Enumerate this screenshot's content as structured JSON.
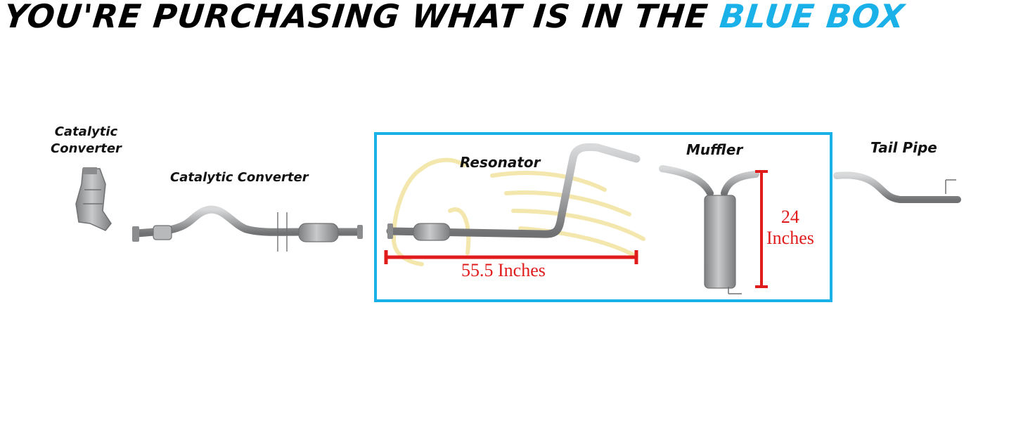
{
  "headline": {
    "main": "YOU'RE PURCHASING WHAT IS IN THE ",
    "accent": "BLUE BOX"
  },
  "labels": {
    "cat_converter_front_line1": "Catalytic",
    "cat_converter_front_line2": "Converter",
    "cat_converter_pipe": "Catalytic Converter",
    "resonator": "Resonator",
    "muffler": "Muffler",
    "tail_pipe": "Tail Pipe"
  },
  "measurements": {
    "resonator_length": "55.5 Inches",
    "muffler_height_value": "24",
    "muffler_height_unit": "Inches"
  },
  "colors": {
    "accent": "#1ab0e8",
    "box_border": "#1ab0e8",
    "measure": "#e01b1b",
    "pipe": "#a7a9ab",
    "pipe_dark": "#6f7173",
    "watermark": "#f1e3a0"
  }
}
